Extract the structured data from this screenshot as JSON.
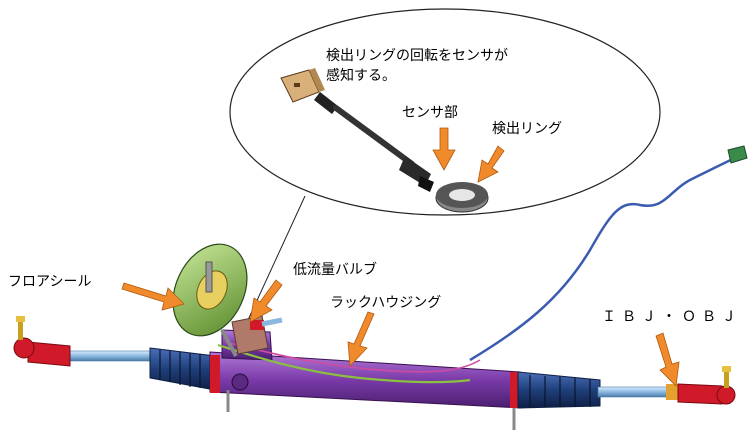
{
  "callout": {
    "line1": "検出リングの回転をセンサが",
    "line2": "感知する。"
  },
  "labels": {
    "sensor": "センサ部",
    "detect_ring": "検出リング",
    "floor_seal": "フロアシール",
    "low_flow_valve": "低流量バルブ",
    "rack_housing": "ラックハウジング",
    "ibj_obj": "ＩＢＪ・ＯＢＪ"
  },
  "colors": {
    "arrow": "#f08a2a",
    "housing": "#7a3aa8",
    "boot": "#1f3f7a",
    "tie_rod": "#8ab8e0",
    "end": "#d01a2a",
    "seal": "#8fbf5a",
    "wire": "#3a5bb0"
  }
}
